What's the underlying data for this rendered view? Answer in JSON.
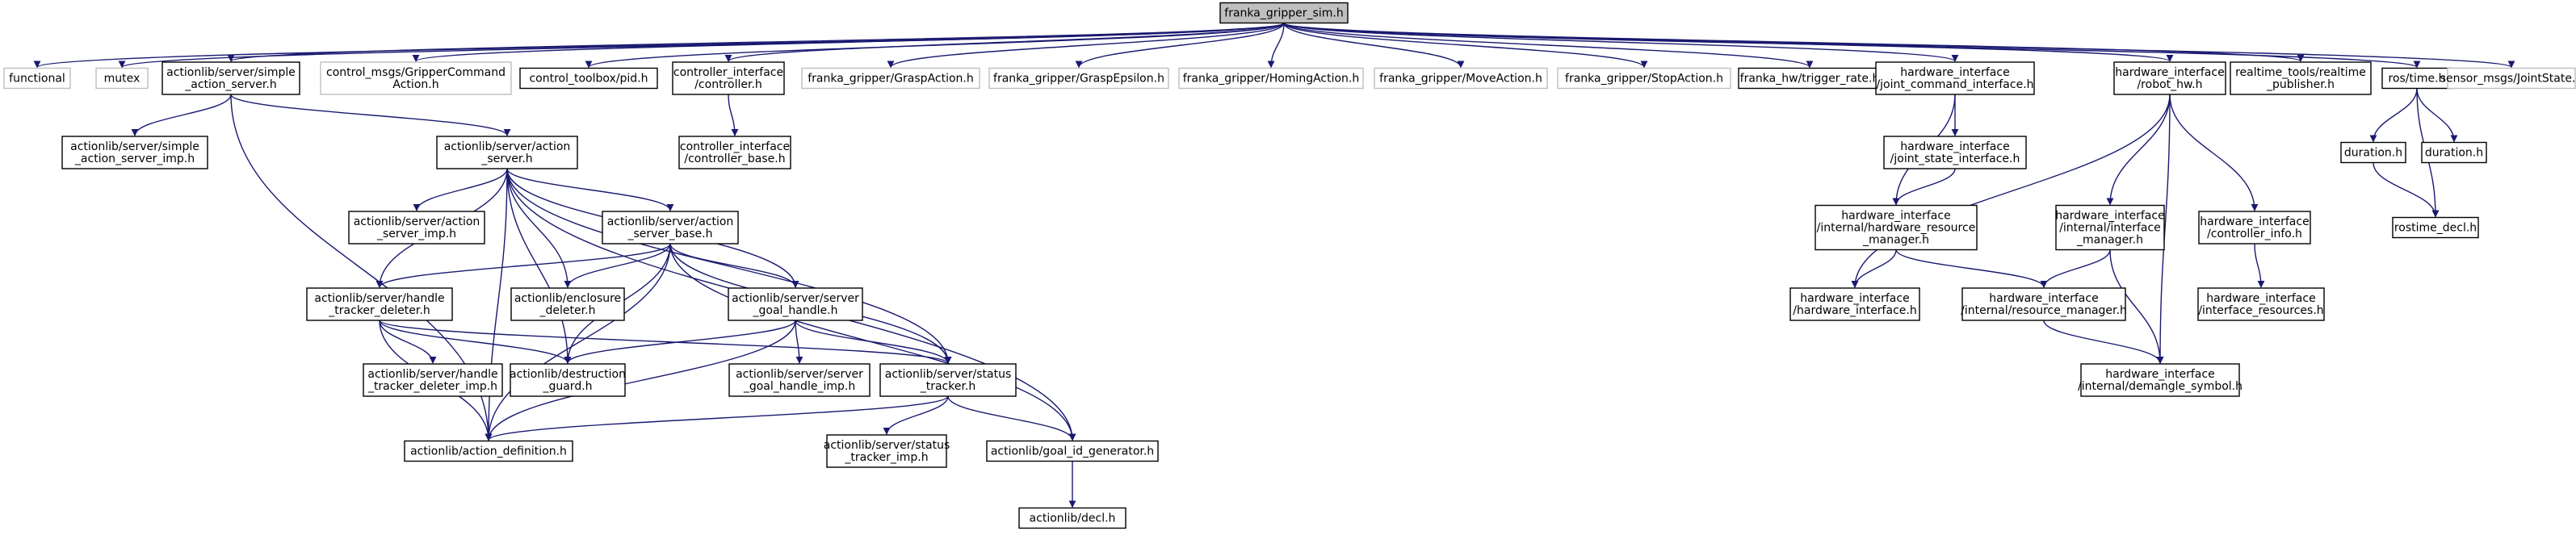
{
  "colors": {
    "root_fill": "#bfbfbf",
    "normal_fill": "#ffffff",
    "normal_border": "#000000",
    "external_border": "#bfbfbf",
    "edge": "#191970",
    "text": "#000000"
  },
  "nodes": [
    {
      "id": "root",
      "lines": [
        "franka_gripper_sim.h"
      ],
      "kind": "root"
    },
    {
      "id": "functional",
      "lines": [
        "functional"
      ],
      "kind": "external"
    },
    {
      "id": "mutex",
      "lines": [
        "mutex"
      ],
      "kind": "external"
    },
    {
      "id": "simple_action_server",
      "lines": [
        "actionlib/server/simple",
        "_action_server.h"
      ],
      "kind": "normal"
    },
    {
      "id": "gripper_cmd",
      "lines": [
        "control_msgs/GripperCommand",
        "Action.h"
      ],
      "kind": "external"
    },
    {
      "id": "pid",
      "lines": [
        "control_toolbox/pid.h"
      ],
      "kind": "normal"
    },
    {
      "id": "controller_if",
      "lines": [
        "controller_interface",
        "/controller.h"
      ],
      "kind": "normal"
    },
    {
      "id": "grasp_action",
      "lines": [
        "franka_gripper/GraspAction.h"
      ],
      "kind": "external"
    },
    {
      "id": "grasp_epsilon",
      "lines": [
        "franka_gripper/GraspEpsilon.h"
      ],
      "kind": "external"
    },
    {
      "id": "homing_action",
      "lines": [
        "franka_gripper/HomingAction.h"
      ],
      "kind": "external"
    },
    {
      "id": "move_action",
      "lines": [
        "franka_gripper/MoveAction.h"
      ],
      "kind": "external"
    },
    {
      "id": "stop_action",
      "lines": [
        "franka_gripper/StopAction.h"
      ],
      "kind": "external"
    },
    {
      "id": "trigger_rate",
      "lines": [
        "franka_hw/trigger_rate.h"
      ],
      "kind": "normal"
    },
    {
      "id": "joint_cmd_if",
      "lines": [
        "hardware_interface",
        "/joint_command_interface.h"
      ],
      "kind": "normal"
    },
    {
      "id": "robot_hw",
      "lines": [
        "hardware_interface",
        "/robot_hw.h"
      ],
      "kind": "normal"
    },
    {
      "id": "rt_publisher",
      "lines": [
        "realtime_tools/realtime",
        "_publisher.h"
      ],
      "kind": "normal"
    },
    {
      "id": "ros_time",
      "lines": [
        "ros/time.h"
      ],
      "kind": "normal"
    },
    {
      "id": "joint_state_msg",
      "lines": [
        "sensor_msgs/JointState.h"
      ],
      "kind": "external"
    },
    {
      "id": "simple_action_server_imp",
      "lines": [
        "actionlib/server/simple",
        "_action_server_imp.h"
      ],
      "kind": "normal"
    },
    {
      "id": "action_server",
      "lines": [
        "actionlib/server/action",
        "_server.h"
      ],
      "kind": "normal"
    },
    {
      "id": "controller_base",
      "lines": [
        "controller_interface",
        "/controller_base.h"
      ],
      "kind": "normal"
    },
    {
      "id": "joint_state_if",
      "lines": [
        "hardware_interface",
        "/joint_state_interface.h"
      ],
      "kind": "normal"
    },
    {
      "id": "duration1",
      "lines": [
        "duration.h"
      ],
      "kind": "normal"
    },
    {
      "id": "duration2",
      "lines": [
        "duration.h"
      ],
      "kind": "normal"
    },
    {
      "id": "action_server_imp",
      "lines": [
        "actionlib/server/action",
        "_server_imp.h"
      ],
      "kind": "normal"
    },
    {
      "id": "action_server_base",
      "lines": [
        "actionlib/server/action",
        "_server_base.h"
      ],
      "kind": "normal"
    },
    {
      "id": "hw_resource_mgr",
      "lines": [
        "hardware_interface",
        "/internal/hardware_resource",
        "_manager.h"
      ],
      "kind": "normal"
    },
    {
      "id": "interface_mgr",
      "lines": [
        "hardware_interface",
        "/internal/interface",
        "_manager.h"
      ],
      "kind": "normal"
    },
    {
      "id": "controller_info",
      "lines": [
        "hardware_interface",
        "/controller_info.h"
      ],
      "kind": "normal"
    },
    {
      "id": "rostime_decl",
      "lines": [
        "rostime_decl.h"
      ],
      "kind": "normal"
    },
    {
      "id": "handle_tracker_deleter",
      "lines": [
        "actionlib/server/handle",
        "_tracker_deleter.h"
      ],
      "kind": "normal"
    },
    {
      "id": "enclosure_deleter",
      "lines": [
        "actionlib/enclosure",
        "_deleter.h"
      ],
      "kind": "normal"
    },
    {
      "id": "server_goal_handle",
      "lines": [
        "actionlib/server/server",
        "_goal_handle.h"
      ],
      "kind": "normal"
    },
    {
      "id": "hw_interface",
      "lines": [
        "hardware_interface",
        "/hardware_interface.h"
      ],
      "kind": "normal"
    },
    {
      "id": "resource_mgr",
      "lines": [
        "hardware_interface",
        "/internal/resource_manager.h"
      ],
      "kind": "normal"
    },
    {
      "id": "interface_resources",
      "lines": [
        "hardware_interface",
        "/interface_resources.h"
      ],
      "kind": "normal"
    },
    {
      "id": "handle_tracker_deleter_imp",
      "lines": [
        "actionlib/server/handle",
        "_tracker_deleter_imp.h"
      ],
      "kind": "normal"
    },
    {
      "id": "destruction_guard",
      "lines": [
        "actionlib/destruction",
        "_guard.h"
      ],
      "kind": "normal"
    },
    {
      "id": "server_goal_handle_imp",
      "lines": [
        "actionlib/server/server",
        "_goal_handle_imp.h"
      ],
      "kind": "normal"
    },
    {
      "id": "status_tracker",
      "lines": [
        "actionlib/server/status",
        "_tracker.h"
      ],
      "kind": "normal"
    },
    {
      "id": "demangle_symbol",
      "lines": [
        "hardware_interface",
        "/internal/demangle_symbol.h"
      ],
      "kind": "normal"
    },
    {
      "id": "action_definition",
      "lines": [
        "actionlib/action_definition.h"
      ],
      "kind": "normal"
    },
    {
      "id": "status_tracker_imp",
      "lines": [
        "actionlib/server/status",
        "_tracker_imp.h"
      ],
      "kind": "normal"
    },
    {
      "id": "goal_id_generator",
      "lines": [
        "actionlib/goal_id_generator.h"
      ],
      "kind": "normal"
    },
    {
      "id": "decl",
      "lines": [
        "actionlib/decl.h"
      ],
      "kind": "normal"
    }
  ],
  "edges": [
    [
      "root",
      "functional"
    ],
    [
      "root",
      "mutex"
    ],
    [
      "root",
      "simple_action_server"
    ],
    [
      "root",
      "gripper_cmd"
    ],
    [
      "root",
      "pid"
    ],
    [
      "root",
      "controller_if"
    ],
    [
      "root",
      "grasp_action"
    ],
    [
      "root",
      "grasp_epsilon"
    ],
    [
      "root",
      "homing_action"
    ],
    [
      "root",
      "move_action"
    ],
    [
      "root",
      "stop_action"
    ],
    [
      "root",
      "trigger_rate"
    ],
    [
      "root",
      "joint_cmd_if"
    ],
    [
      "root",
      "robot_hw"
    ],
    [
      "root",
      "rt_publisher"
    ],
    [
      "root",
      "ros_time"
    ],
    [
      "root",
      "joint_state_msg"
    ],
    [
      "simple_action_server",
      "simple_action_server_imp"
    ],
    [
      "simple_action_server",
      "action_server"
    ],
    [
      "simple_action_server",
      "action_definition"
    ],
    [
      "controller_if",
      "controller_base"
    ],
    [
      "action_server",
      "action_server_imp"
    ],
    [
      "action_server",
      "action_server_base"
    ],
    [
      "action_server",
      "handle_tracker_deleter"
    ],
    [
      "action_server",
      "enclosure_deleter"
    ],
    [
      "action_server",
      "server_goal_handle"
    ],
    [
      "action_server",
      "destruction_guard"
    ],
    [
      "action_server",
      "status_tracker"
    ],
    [
      "action_server",
      "action_definition"
    ],
    [
      "action_server",
      "goal_id_generator"
    ],
    [
      "action_server_base",
      "handle_tracker_deleter"
    ],
    [
      "action_server_base",
      "enclosure_deleter"
    ],
    [
      "action_server_base",
      "server_goal_handle"
    ],
    [
      "action_server_base",
      "destruction_guard"
    ],
    [
      "action_server_base",
      "status_tracker"
    ],
    [
      "action_server_base",
      "action_definition"
    ],
    [
      "action_server_base",
      "goal_id_generator"
    ],
    [
      "handle_tracker_deleter",
      "handle_tracker_deleter_imp"
    ],
    [
      "handle_tracker_deleter",
      "destruction_guard"
    ],
    [
      "handle_tracker_deleter",
      "status_tracker"
    ],
    [
      "handle_tracker_deleter",
      "action_definition"
    ],
    [
      "server_goal_handle",
      "server_goal_handle_imp"
    ],
    [
      "server_goal_handle",
      "destruction_guard"
    ],
    [
      "server_goal_handle",
      "status_tracker"
    ],
    [
      "server_goal_handle",
      "action_definition"
    ],
    [
      "status_tracker",
      "status_tracker_imp"
    ],
    [
      "status_tracker",
      "goal_id_generator"
    ],
    [
      "status_tracker",
      "action_definition"
    ],
    [
      "goal_id_generator",
      "decl"
    ],
    [
      "joint_cmd_if",
      "joint_state_if"
    ],
    [
      "joint_cmd_if",
      "hw_resource_mgr"
    ],
    [
      "joint_state_if",
      "hw_resource_mgr"
    ],
    [
      "hw_resource_mgr",
      "hw_interface"
    ],
    [
      "hw_resource_mgr",
      "resource_mgr"
    ],
    [
      "robot_hw",
      "hw_interface"
    ],
    [
      "robot_hw",
      "interface_mgr"
    ],
    [
      "robot_hw",
      "controller_info"
    ],
    [
      "robot_hw",
      "demangle_symbol"
    ],
    [
      "interface_mgr",
      "resource_mgr"
    ],
    [
      "interface_mgr",
      "demangle_symbol"
    ],
    [
      "resource_mgr",
      "demangle_symbol"
    ],
    [
      "controller_info",
      "interface_resources"
    ],
    [
      "ros_time",
      "duration1"
    ],
    [
      "ros_time",
      "duration2"
    ],
    [
      "ros_time",
      "rostime_decl"
    ],
    [
      "duration1",
      "rostime_decl"
    ]
  ]
}
